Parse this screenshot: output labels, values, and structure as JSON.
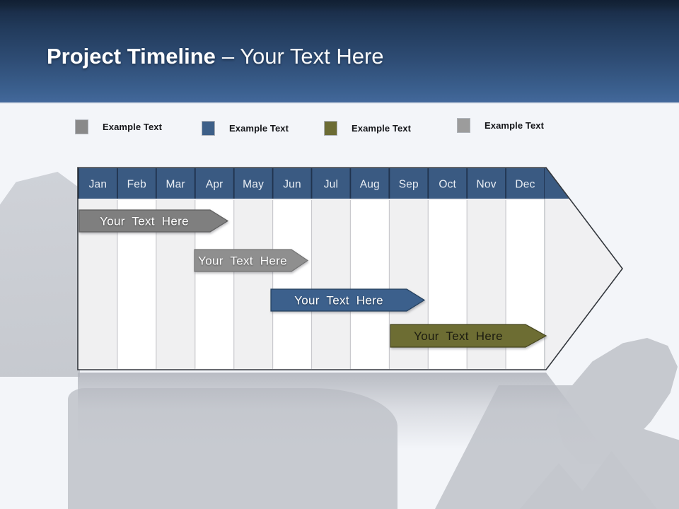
{
  "header": {
    "title_bold": "Project Timeline",
    "title_suffix": "– Your Text Here"
  },
  "legend": {
    "items": [
      {
        "label": "Example Text",
        "color": "#898989"
      },
      {
        "label": "Example Text",
        "color": "#3d5f88"
      },
      {
        "label": "Example Text",
        "color": "#6c6c34"
      },
      {
        "label": "Example Text",
        "color": "#9c9c9c"
      }
    ]
  },
  "timeline": {
    "type": "gantt-arrow",
    "header_color": "#3a5a82",
    "column_colors": {
      "stripe": "#f0f0f1",
      "alt": "#ffffff"
    },
    "months": [
      "Jan",
      "Feb",
      "Mar",
      "Apr",
      "May",
      "Jun",
      "Jul",
      "Aug",
      "Sep",
      "Oct",
      "Nov",
      "Dec"
    ],
    "bars": [
      {
        "label": "Your Text Here",
        "color": "#7f7f7f",
        "text_color": "#ffffff",
        "start_month": "Jan",
        "end_month": "Mar"
      },
      {
        "label": "Your Text Here",
        "color": "#8f8f8f",
        "text_color": "#ffffff",
        "start_month": "Apr",
        "end_month": "Jun"
      },
      {
        "label": "Your Text Here",
        "color": "#3c608c",
        "text_color": "#ffffff",
        "start_month": "Jun",
        "end_month": "Sep"
      },
      {
        "label": "Your Text Here",
        "color": "#6d6d33",
        "text_color": "#1c1c10",
        "start_month": "Sep",
        "end_month": "Dec"
      }
    ]
  }
}
